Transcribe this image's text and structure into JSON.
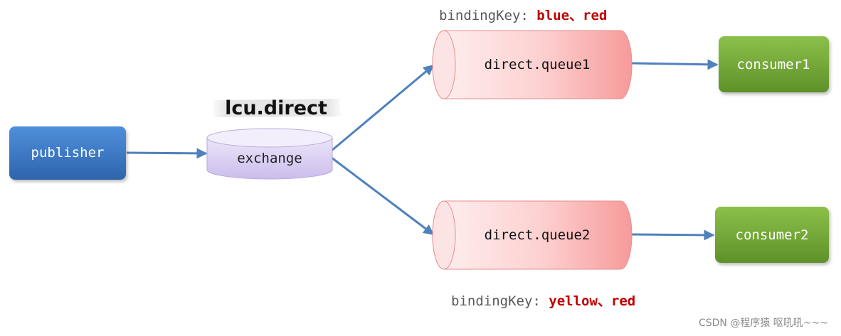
{
  "publisher": {
    "label": "publisher"
  },
  "exchange": {
    "name": "lcu.direct",
    "label": "exchange"
  },
  "queues": [
    {
      "label": "direct.queue1",
      "binding_prefix": "bindingKey: ",
      "binding_keys": "blue、red"
    },
    {
      "label": "direct.queue2",
      "binding_prefix": "bindingKey: ",
      "binding_keys": "yellow、red"
    }
  ],
  "consumers": [
    {
      "label": "consumer1"
    },
    {
      "label": "consumer2"
    }
  ],
  "watermark": "CSDN @程序猿 呕吼吼~~~",
  "colors": {
    "publisher": "#3a76c4",
    "exchange": "#d5c9ef",
    "queue": "#f8a5a5",
    "consumer": "#72a636",
    "arrow": "#4f81bd",
    "binding_value": "#c00000"
  }
}
